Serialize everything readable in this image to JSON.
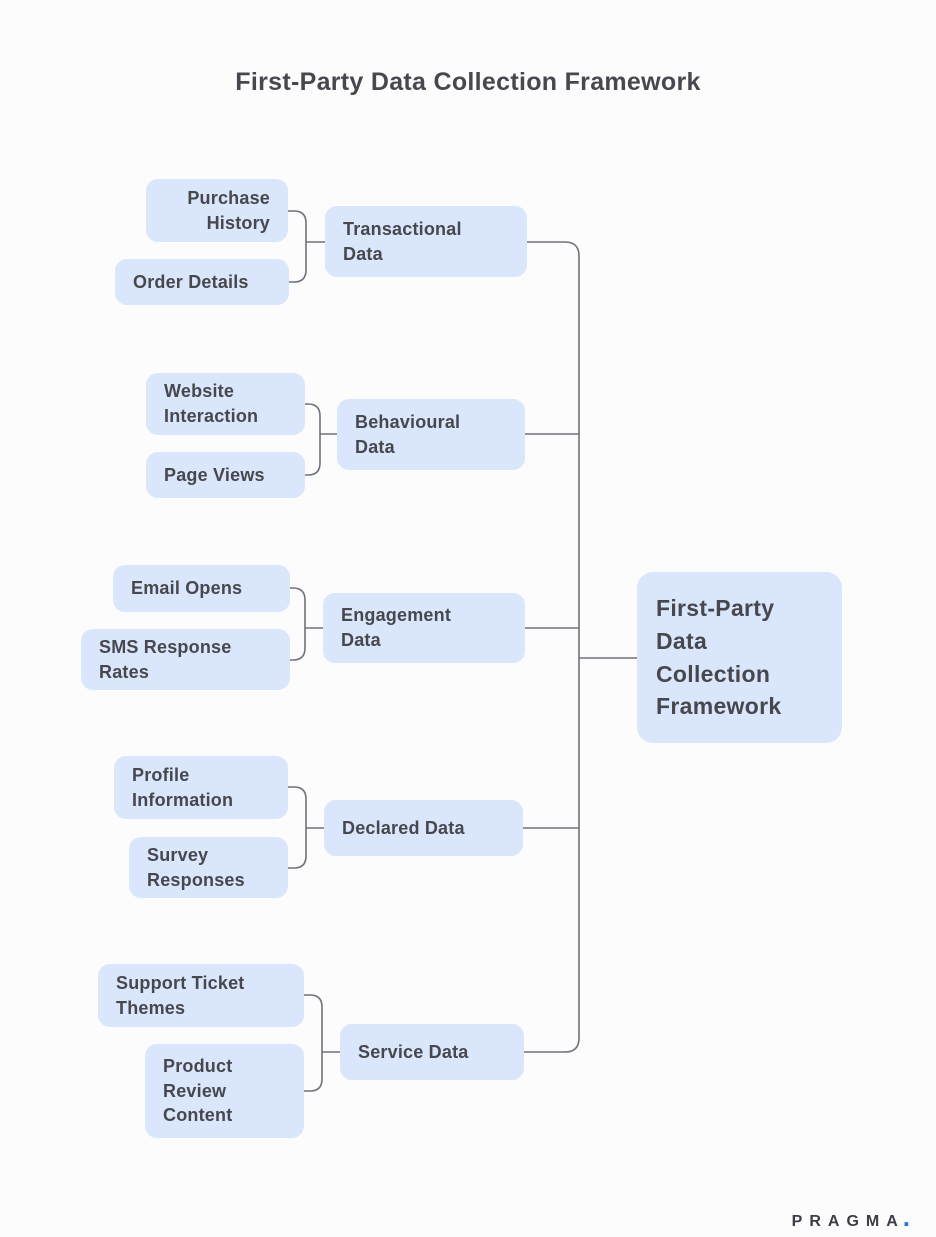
{
  "title": "First-Party Data Collection Framework",
  "brand": {
    "name": "PRAGMA",
    "dot": "."
  },
  "colors": {
    "node_fill": "#d9e6fb",
    "text": "#47484e",
    "line": "#70717a",
    "brand_dot": "#2f6fe4",
    "background": "#fcfcfd"
  },
  "diagram": {
    "root_label": "First-Party\nData\nCollection\nFramework",
    "branches": [
      {
        "label": "Transactional\nData",
        "children": [
          {
            "label": "Purchase\nHistory"
          },
          {
            "label": "Order Details"
          }
        ]
      },
      {
        "label": "Behavioural\nData",
        "children": [
          {
            "label": "Website\nInteraction"
          },
          {
            "label": "Page Views"
          }
        ]
      },
      {
        "label": "Engagement\nData",
        "children": [
          {
            "label": "Email Opens"
          },
          {
            "label": "SMS Response\nRates"
          }
        ]
      },
      {
        "label": "Declared Data",
        "children": [
          {
            "label": "Profile\nInformation"
          },
          {
            "label": "Survey\nResponses"
          }
        ]
      },
      {
        "label": "Service Data",
        "children": [
          {
            "label": "Support Ticket\nThemes"
          },
          {
            "label": "Product\nReview\nContent"
          }
        ]
      }
    ]
  }
}
